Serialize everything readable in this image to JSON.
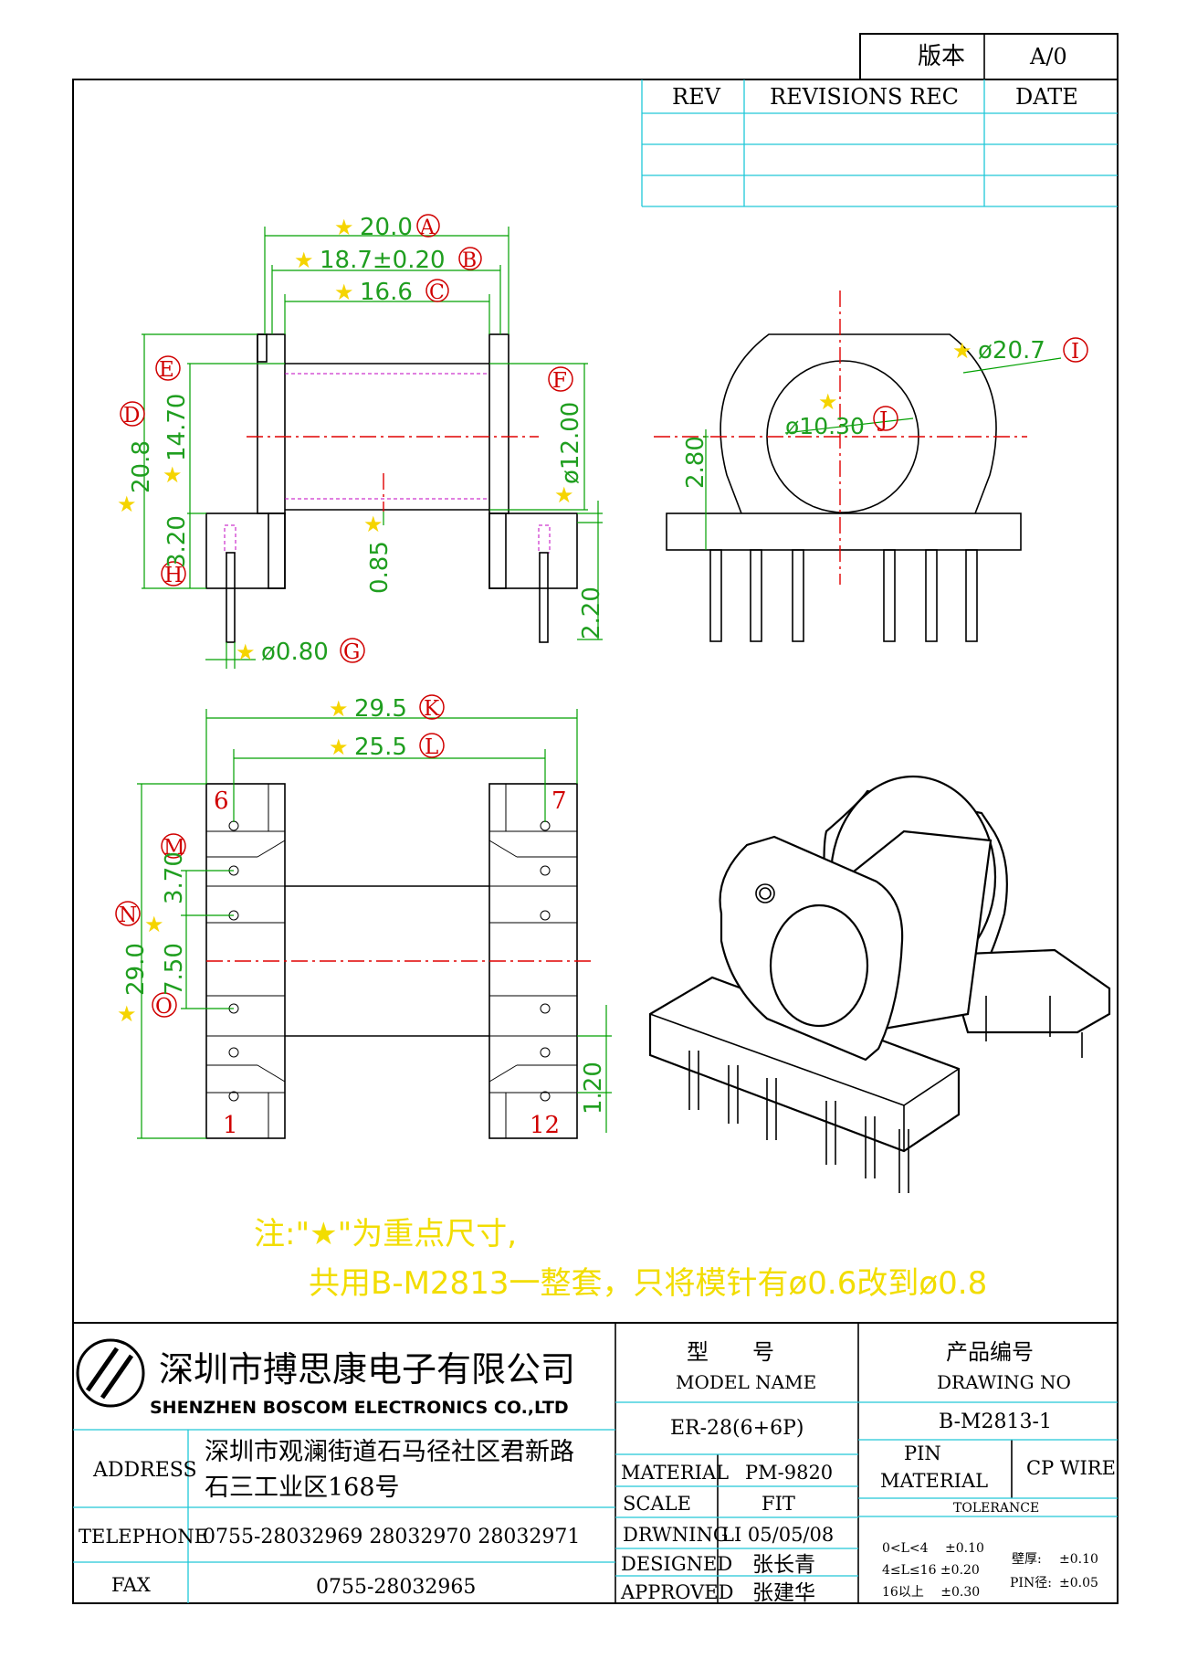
{
  "version": {
    "label": "版本",
    "value": "A/0"
  },
  "revisions": {
    "headers": [
      "REV",
      "REVISIONS REC",
      "DATE"
    ]
  },
  "dims": {
    "A": {
      "value": "20.0",
      "letter": "A"
    },
    "B": {
      "value": "18.7±0.20",
      "letter": "B"
    },
    "C": {
      "value": "16.6",
      "letter": "C"
    },
    "D": {
      "value": "20.8",
      "letter": "D"
    },
    "E": {
      "value": "14.70",
      "letter": "E"
    },
    "F": {
      "value": "ø12.00",
      "letter": "F"
    },
    "G": {
      "value": "ø0.80",
      "letter": "G"
    },
    "H": {
      "value": "3.20",
      "letter": "H"
    },
    "I": {
      "value": "ø20.7",
      "letter": "I"
    },
    "J": {
      "value": "ø10.30",
      "letter": "J"
    },
    "K": {
      "value": "29.5",
      "letter": "K"
    },
    "L": {
      "value": "25.5",
      "letter": "L"
    },
    "M": {
      "value": "3.70",
      "letter": "M"
    },
    "N": {
      "value": "29.0",
      "letter": "N"
    },
    "O": {
      "value": "7.50",
      "letter": "O"
    },
    "d085": "0.85",
    "d220": "2.20",
    "d280": "2.80",
    "d120": "1.20",
    "star": "★"
  },
  "pins": {
    "p6": "6",
    "p7": "7",
    "p1": "1",
    "p12": "12"
  },
  "notes": {
    "line1": "注:\"★\"为重点尺寸,",
    "line2": "共用B-M2813一整套，只将模针有ø0.6改到ø0.8"
  },
  "company": {
    "name_cn": "深圳市搏思康电子有限公司",
    "name_en": "SHENZHEN BOSCOM ELECTRONICS CO.,LTD",
    "address_label": "ADDRESS",
    "address_line1": "深圳市观澜街道石马径社区君新路",
    "address_line2": "石三工业区168号",
    "telephone_label": "TELEPHONE",
    "telephone": "0755-28032969 28032970 28032971",
    "fax_label": "FAX",
    "fax": "0755-28032965"
  },
  "title_block": {
    "model_label_cn": "型　　号",
    "model_label_en": "MODEL NAME",
    "model": "ER-28(6+6P)",
    "drawing_label_cn": "产品编号",
    "drawing_label_en": "DRAWING NO",
    "drawing_no": "B-M2813-1",
    "material_label": "MATERIAL",
    "material": "PM-9820",
    "scale_label": "SCALE",
    "scale": "FIT",
    "drawing_by_label": "DRWNING",
    "drawing_by": "LI 05/05/08",
    "designed_label": "DESIGNED",
    "designed": "张长青",
    "approved_label": "APPROVED",
    "approved": "张建华",
    "pin_material_label1": "PIN",
    "pin_material_label2": "MATERIAL",
    "pin_material": "CP WIRE",
    "tolerance_label": "TOLERANCE",
    "tol_row1": "0<L<4　 ±0.10",
    "tol_row2": "4≤L≤16 ±0.20",
    "tol_row3": "16以上　 ±0.30",
    "wall_label": "壁厚:",
    "wall": "±0.10",
    "pin_dia_label": "PIN径:",
    "pin_dia": "±0.05"
  }
}
